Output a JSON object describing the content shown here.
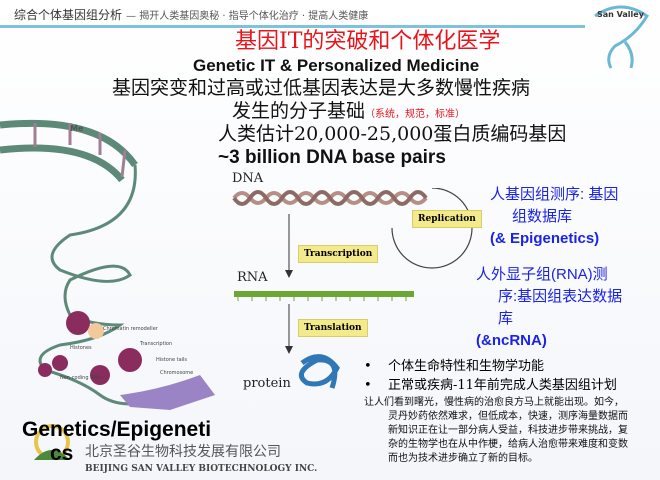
{
  "header": {
    "section": "综合个体基因组分析",
    "subtitle": "— 揭开人类基因奥秘 · 指导个体化治疗 · 提高人类健康"
  },
  "logo": {
    "text": "San Valley"
  },
  "title_cn": "基因IT的突破和个体化医学",
  "title_en": "Genetic IT & Personalized Medicine",
  "lines": {
    "l1": "基因突变和过高或过低基因表达是大多数慢性疾病",
    "l2": "发生的分子基础",
    "l2_note": "（系统，规范，标准）",
    "l3": "人类估计20,000-25,000蛋白质编码基因",
    "l4": "~3 billion DNA base pairs"
  },
  "diagram": {
    "dna": "DNA",
    "rna": "RNA",
    "protein": "protein",
    "replication": "Replication",
    "transcription": "Transcription",
    "translation": "Translation"
  },
  "epigenetic_labels": {
    "me": "Me",
    "chromatin": "Chromatin remodeller",
    "histones": "Histones",
    "transcription": "Transcription",
    "tails": "Histone tails",
    "ncrna": "Non-coding RNAs",
    "chromosome": "Chromosome"
  },
  "blue": {
    "b1a": "人基因组测序: 基因",
    "b1b": "组数据库",
    "b1c": "(& Epigenetics)",
    "b2a": "人外显子组(RNA)测",
    "b2b": "序:基因组表达数据",
    "b2c": "库",
    "b2d": "(&ncRNA)"
  },
  "bullets": [
    "个体生命特性和生物学功能",
    "正常或疾病-11年前完成人类基因组计划"
  ],
  "paragraph": [
    "让人们看到曙光，慢性病的治愈良方马上就能出现。如今，",
    "灵丹妙药依然难求，但低成本，快速，测序海量数据而",
    "新知识正在让一部分病人受益，科技进步带来挑战，复",
    "杂的生物学也在从中作梗，给病人治愈带来难度和变数",
    "而也为技术进步确立了新的目标。"
  ],
  "company": {
    "cn": "北京圣谷生物科技发展有限公司",
    "en": "BEIJING SAN VALLEY BIOTECHNOLOGY INC."
  },
  "footer_label": {
    "a": "Genetics/Epigeneti",
    "b": "cs"
  }
}
